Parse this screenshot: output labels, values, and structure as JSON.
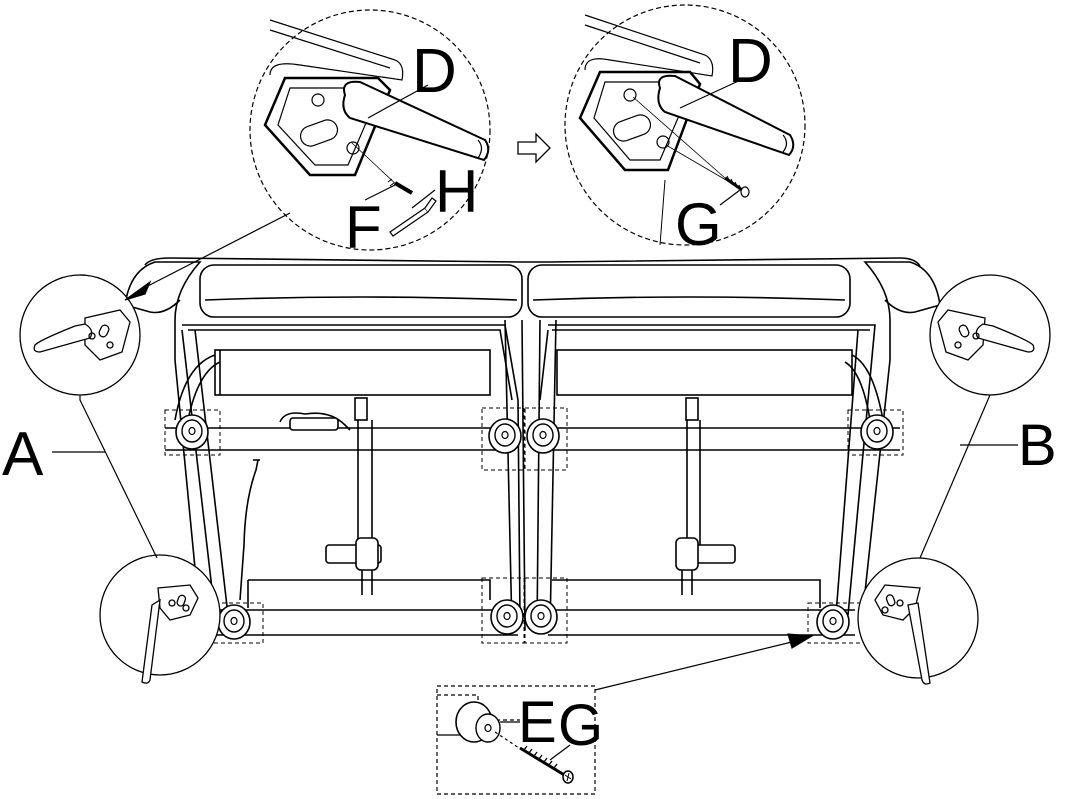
{
  "labels": {
    "a": "A",
    "b": "B",
    "d_left": "D",
    "d_right": "D",
    "f": "F",
    "h": "H",
    "g_top": "G",
    "e": "E",
    "g_bottom": "G"
  },
  "colors": {
    "stroke": "#000000",
    "background": "#ffffff",
    "cushion_fill": "#ffffff"
  }
}
